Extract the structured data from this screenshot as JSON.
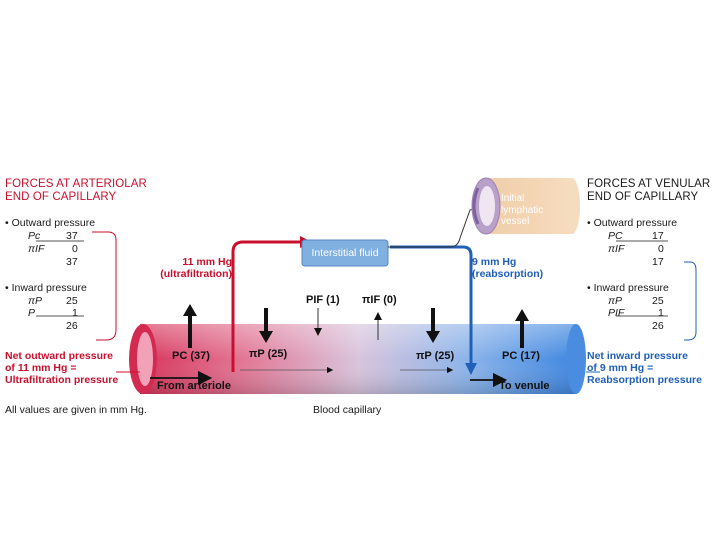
{
  "left_panel": {
    "heading_line1": "FORCES AT ARTERIOLAR",
    "heading_line2": "END OF CAPILLARY",
    "outward_label": "• Outward pressure",
    "outward_rows": [
      {
        "sym": "Pc",
        "val": "37"
      },
      {
        "sym": "πIF",
        "val": "0"
      },
      {
        "sym": "",
        "val": "37"
      }
    ],
    "inward_label": "• Inward pressure",
    "inward_rows": [
      {
        "sym": "πP",
        "val": "25"
      },
      {
        "sym": "P",
        "val": "1"
      },
      {
        "sym": "",
        "val": "26"
      }
    ],
    "net_line1": "Net outward pressure",
    "net_line2": "of 11 mm Hg =",
    "net_line3": "Ultrafiltration pressure"
  },
  "right_panel": {
    "heading_line1": "FORCES AT VENULAR",
    "heading_line2": "END OF CAPILLARY",
    "outward_label": "• Outward pressure",
    "outward_rows": [
      {
        "sym": "PC",
        "val": "17"
      },
      {
        "sym": "πIF",
        "val": "0"
      },
      {
        "sym": "",
        "val": "17"
      }
    ],
    "inward_label": "• Inward pressure",
    "inward_rows": [
      {
        "sym": "πP",
        "val": "25"
      },
      {
        "sym": "PIF",
        "val": "1"
      },
      {
        "sym": "",
        "val": "26"
      }
    ],
    "net_line1": "Net inward pressure",
    "net_line2": "of 9 mm Hg =",
    "net_line3": "Reabsorption pressure"
  },
  "center": {
    "ultra_line1": "11 mm Hg",
    "ultra_line2": "(ultrafiltration)",
    "reab_line1": "9 mm Hg",
    "reab_line2": "(reabsorption)",
    "interstitial_fluid": "Interstitial fluid",
    "pif": "PIF (1)",
    "piif": "πIF (0)",
    "pc_left": "PC (37)",
    "pip_left": "πP (25)",
    "pip_right": "πP (25)",
    "pc_right": "PC (17)",
    "from_arteriole": "From arteriole",
    "to_venule": "To venule",
    "lymph_line1": "Initial",
    "lymph_line2": "lymphatic",
    "lymph_line3": "vessel"
  },
  "footer": {
    "note": "All values are given in mm Hg.",
    "caption": "Blood capillary"
  },
  "colors": {
    "red": "#c8102e",
    "blue": "#2060b8",
    "if_box": "#7fb0e0"
  }
}
